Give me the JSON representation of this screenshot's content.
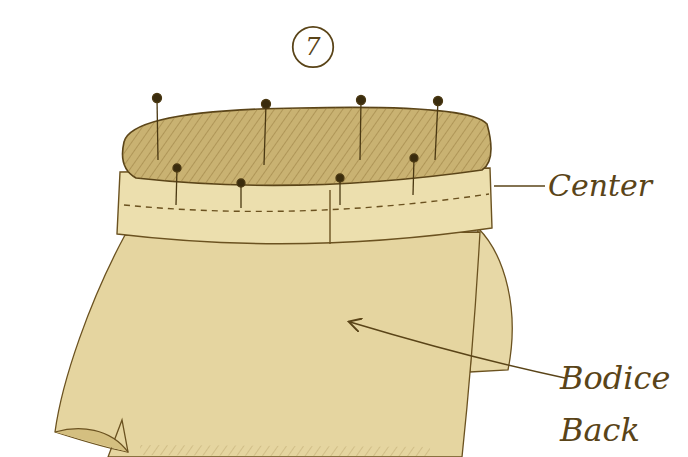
{
  "diagram": {
    "nodes": [
      {
        "text": [
          "7"
        ]
      }
    ],
    "labels": [
      "Center",
      "Bodice Back"
    ]
  }
}
